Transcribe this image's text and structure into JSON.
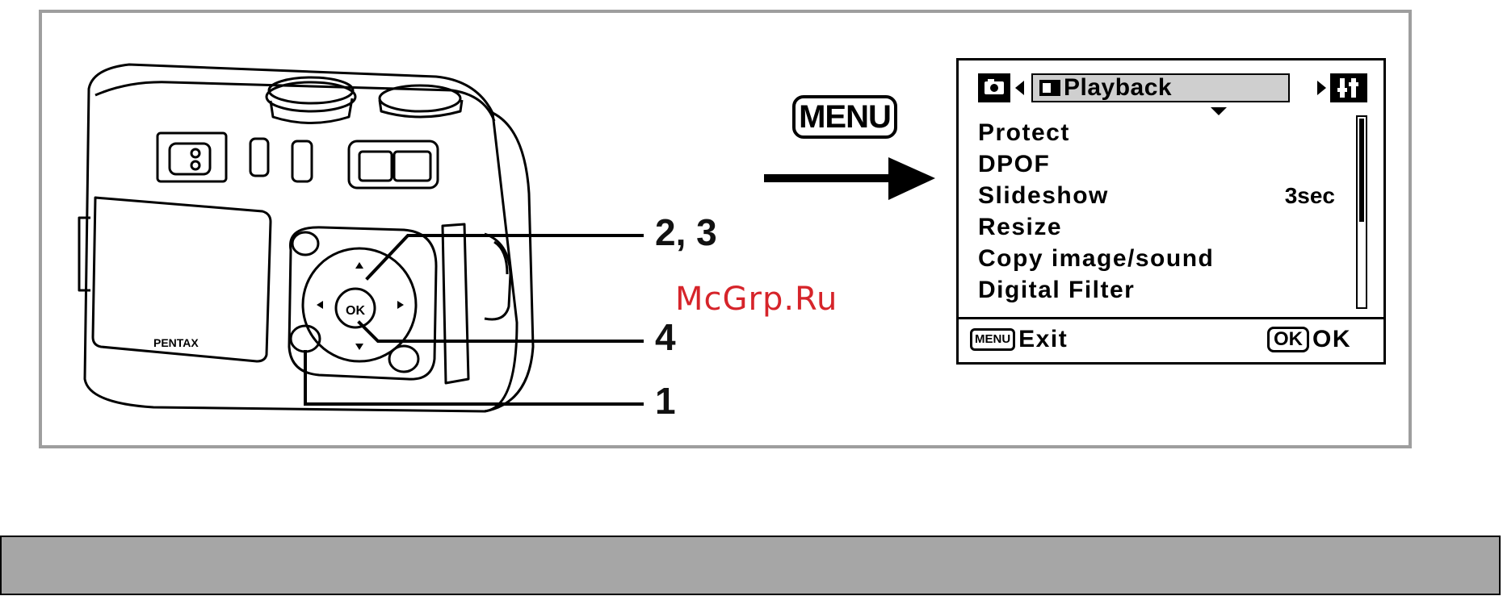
{
  "callouts": {
    "c23": "2, 3",
    "c4": "4",
    "c1": "1"
  },
  "menu_button_label": "MENU",
  "watermark": "McGrp.Ru",
  "screen": {
    "tab_label": "Playback",
    "items": [
      {
        "label": "Protect",
        "value": ""
      },
      {
        "label": "DPOF",
        "value": ""
      },
      {
        "label": "Slideshow",
        "value": "3sec"
      },
      {
        "label": "Resize",
        "value": ""
      },
      {
        "label": "Copy image/sound",
        "value": ""
      },
      {
        "label": "Digital Filter",
        "value": ""
      }
    ],
    "footer": {
      "menu_key": "MENU",
      "exit_label": "Exit",
      "ok_key": "OK",
      "ok_label": "OK"
    }
  },
  "colors": {
    "frame_border": "#9e9e9e",
    "bottom_bar": "#a6a6a6",
    "tab_highlight": "#cfcfcf",
    "watermark": "#d6242a"
  }
}
